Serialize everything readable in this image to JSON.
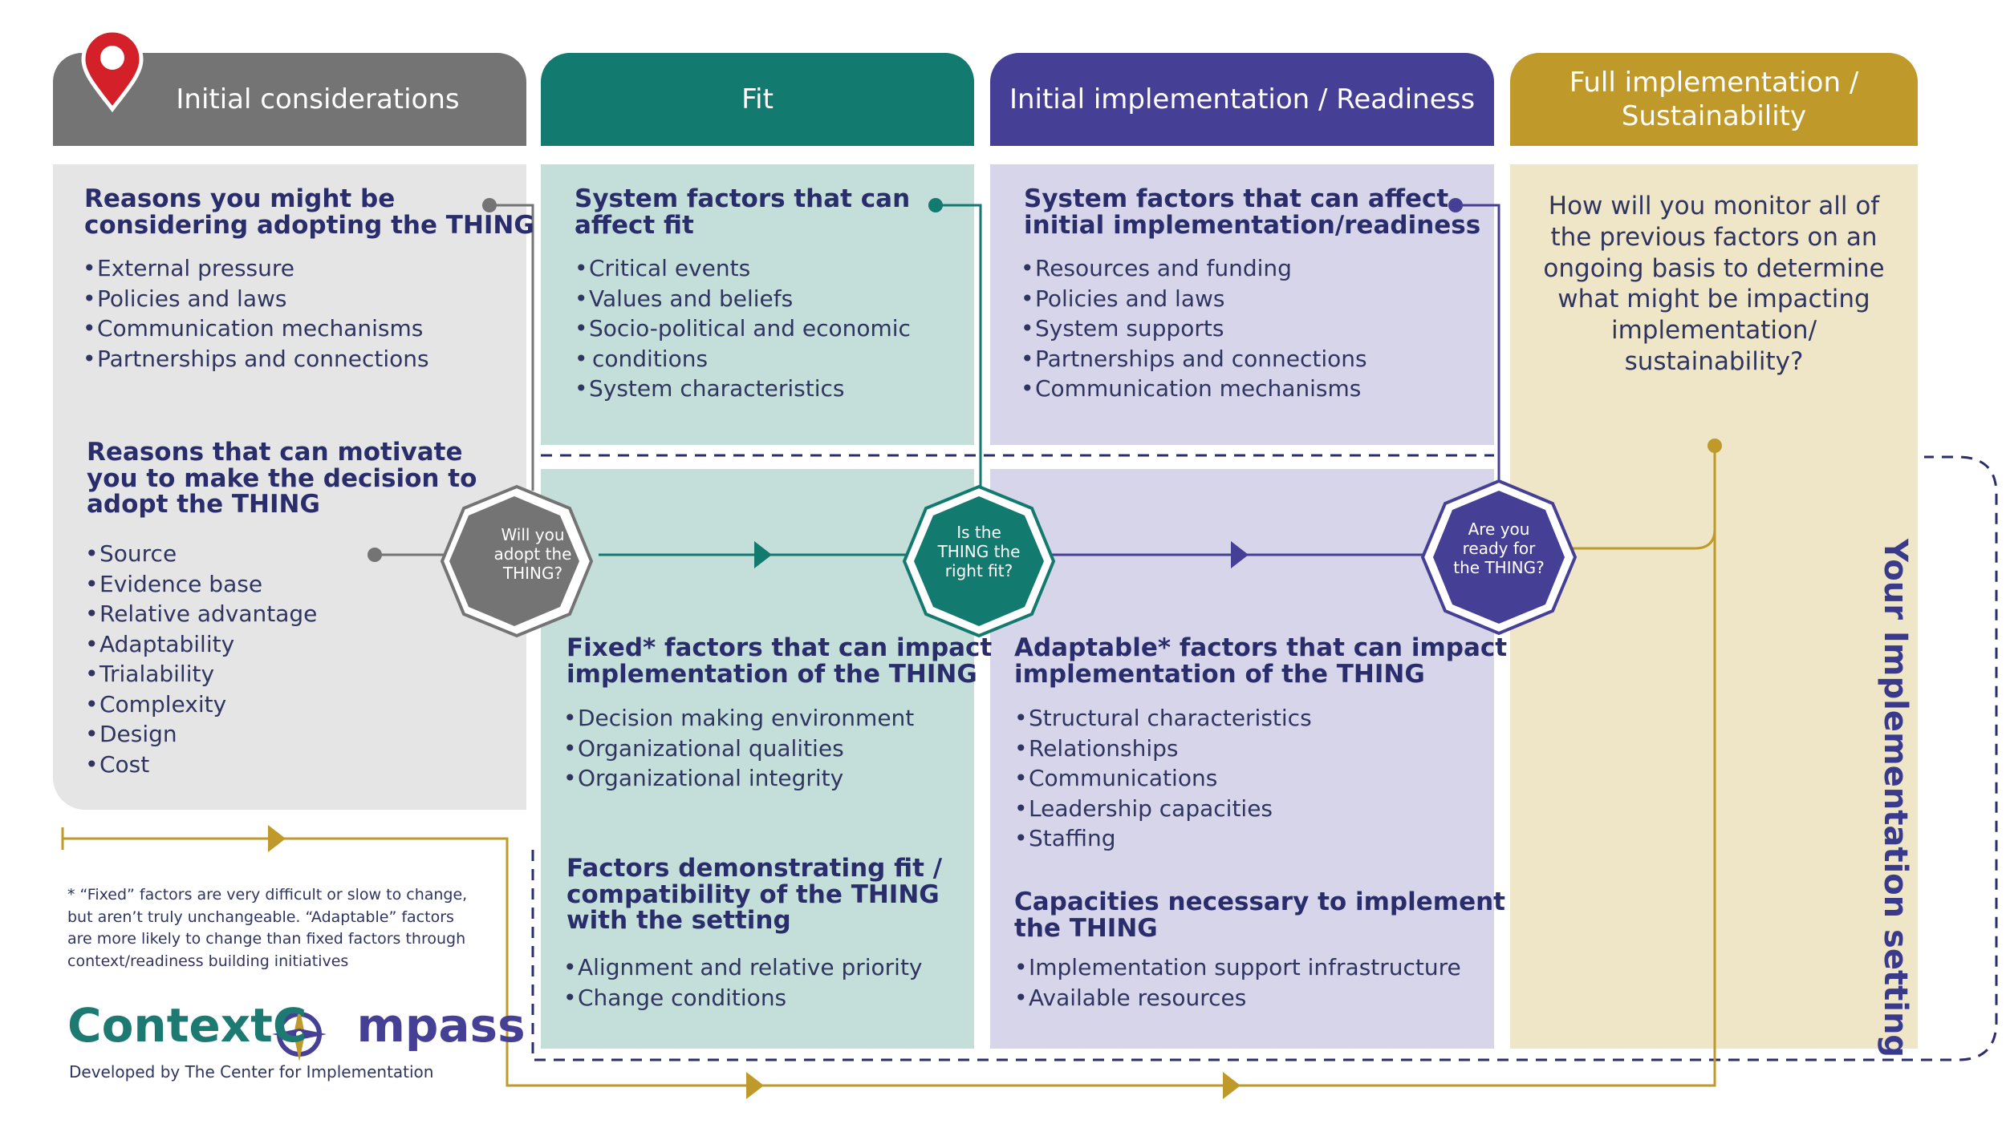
{
  "colors": {
    "gray": "#747474",
    "gray_light": "#e5e5e5",
    "teal": "#137a70",
    "teal_light": "#c4ded9",
    "purple": "#463f96",
    "purple_light": "#d7d5ea",
    "gold": "#bf9a2b",
    "gold_light": "#eee6c6",
    "navy_text": "#2a2d6b"
  },
  "headers": {
    "initial": "Initial considerations",
    "fit": "Fit",
    "readiness": "Initial implementation / Readiness",
    "full_line1": "Full implementation /",
    "full_line2": "Sustainability"
  },
  "initial": {
    "s1_title_l1": "Reasons you might be",
    "s1_title_l2": "considering adopting the THING",
    "s1_items": [
      "External pressure",
      "Policies and laws",
      "Communication mechanisms",
      "Partnerships and connections"
    ],
    "s2_title_l1": "Reasons that can motivate",
    "s2_title_l2": "you to make the decision to",
    "s2_title_l3": "adopt the THING",
    "s2_items": [
      "Source",
      "Evidence base",
      "Relative advantage",
      "Adaptability",
      "Trialability",
      "Complexity",
      "Design",
      "Cost"
    ]
  },
  "fit": {
    "s1_title_l1": "System factors that can",
    "s1_title_l2": "affect fit",
    "s1_items": [
      "Critical events",
      "Values and beliefs",
      "Socio-political and economic",
      "conditions",
      "System characteristics"
    ],
    "s2_title_l1": "Fixed* factors that can impact",
    "s2_title_l2": "implementation of the THING",
    "s2_items": [
      "Decision making environment",
      "Organizational qualities",
      "Organizational integrity"
    ],
    "s3_title_l1": "Factors demonstrating fit /",
    "s3_title_l2": "compatibility of the THING",
    "s3_title_l3": "with the setting",
    "s3_items": [
      "Alignment and relative priority",
      "Change conditions"
    ]
  },
  "readiness": {
    "s1_title_l1": "System factors that can affect",
    "s1_title_l2": "initial implementation/readiness",
    "s1_items": [
      "Resources and funding",
      "Policies and laws",
      "System supports",
      "Partnerships and connections",
      "Communication mechanisms"
    ],
    "s2_title_l1": "Adaptable* factors that can impact",
    "s2_title_l2": "implementation of the THING",
    "s2_items": [
      "Structural characteristics",
      "Relationships",
      "Communications",
      "Leadership capacities",
      "Staffing"
    ],
    "s3_title_l1": "Capacities necessary to implement",
    "s3_title_l2": "the THING",
    "s3_items": [
      "Implementation support infrastructure",
      "Available resources"
    ]
  },
  "full": {
    "q_l1": "How will you monitor all of",
    "q_l2": "the previous factors on an",
    "q_l3": "ongoing basis to determine",
    "q_l4": "what might be impacting",
    "q_l5": "implementation/",
    "q_l6": "sustainability?"
  },
  "octagons": {
    "adopt": [
      "Will you",
      "adopt the",
      "THING?"
    ],
    "fit": [
      "Is the",
      "THING the",
      "right fit?"
    ],
    "ready": [
      "Are you",
      "ready for",
      "the THING?"
    ]
  },
  "footnote": {
    "l1": "* “Fixed” factors are very difficult or slow to change,",
    "l2": "but aren’t truly unchangeable. “Adaptable” factors",
    "l3": "are more likely to change than fixed factors through",
    "l4": "context/readiness building initiatives"
  },
  "logo": {
    "part1": "ContextC",
    "part2": "mpass"
  },
  "credit": "Developed by The Center for Implementation",
  "setting_label": "Your Implementation setting",
  "icons": [
    "location-pin-icon",
    "compass-icon",
    "arrow-head-icon"
  ]
}
